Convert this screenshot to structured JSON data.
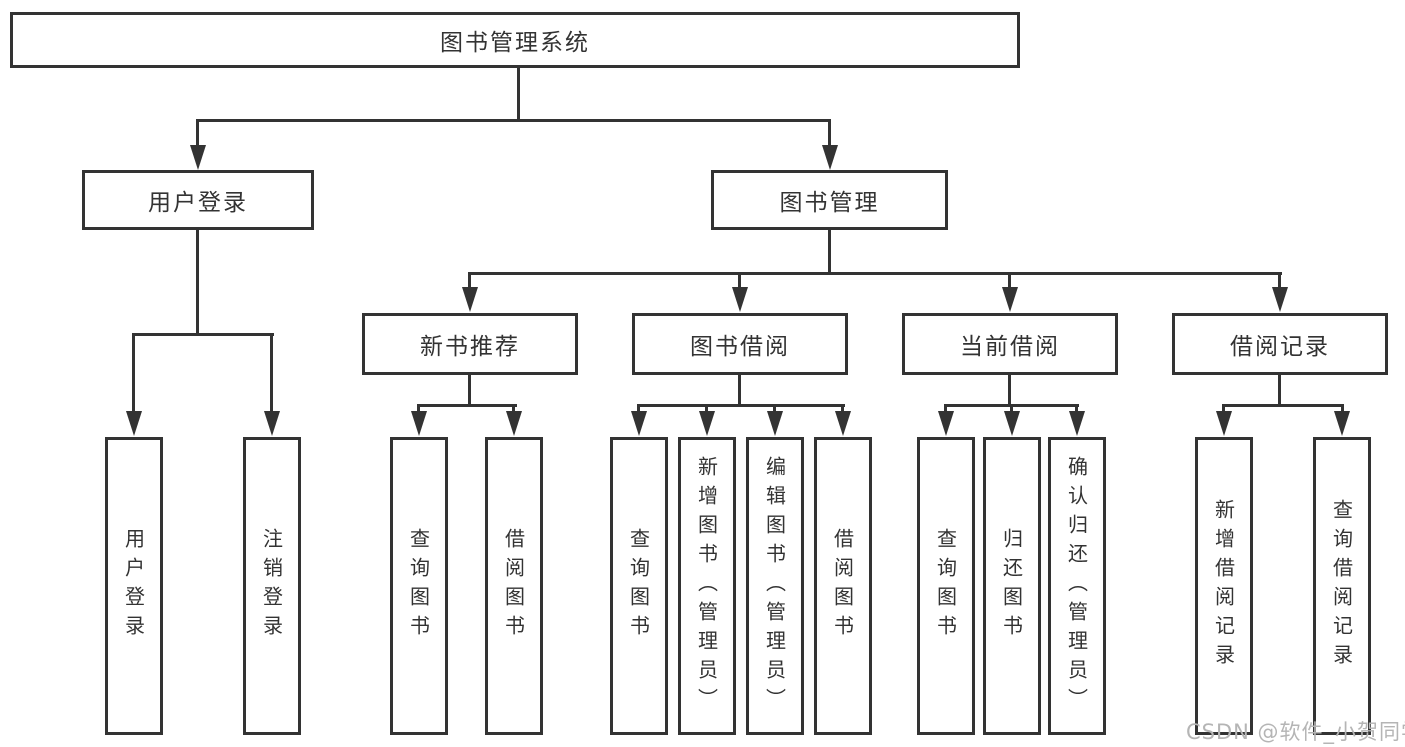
{
  "diagram": {
    "root": {
      "label": "图书管理系统"
    },
    "level2": [
      {
        "label": "用户登录"
      },
      {
        "label": "图书管理"
      }
    ],
    "level3": [
      {
        "label": "新书推荐"
      },
      {
        "label": "图书借阅"
      },
      {
        "label": "当前借阅"
      },
      {
        "label": "借阅记录"
      }
    ],
    "leaves": {
      "user_login": [
        {
          "label": "用户登录"
        },
        {
          "label": "注销登录"
        }
      ],
      "new_book_rec": [
        {
          "label": "查询图书"
        },
        {
          "label": "借阅图书"
        }
      ],
      "book_borrow": [
        {
          "label": "查询图书"
        },
        {
          "label": "新增图书（管理员）"
        },
        {
          "label": "编辑图书（管理员）"
        },
        {
          "label": "借阅图书"
        }
      ],
      "current_borrow": [
        {
          "label": "查询图书"
        },
        {
          "label": "归还图书"
        },
        {
          "label": "确认归还（管理员）"
        }
      ],
      "borrow_record": [
        {
          "label": "新增借阅记录"
        },
        {
          "label": "查询借阅记录"
        }
      ]
    }
  },
  "watermark": {
    "text": "CSDN @软件_小贺同学"
  },
  "colors": {
    "line": "#333333",
    "box_background": "#ffffff",
    "watermark_text": "#b5b5b5"
  }
}
